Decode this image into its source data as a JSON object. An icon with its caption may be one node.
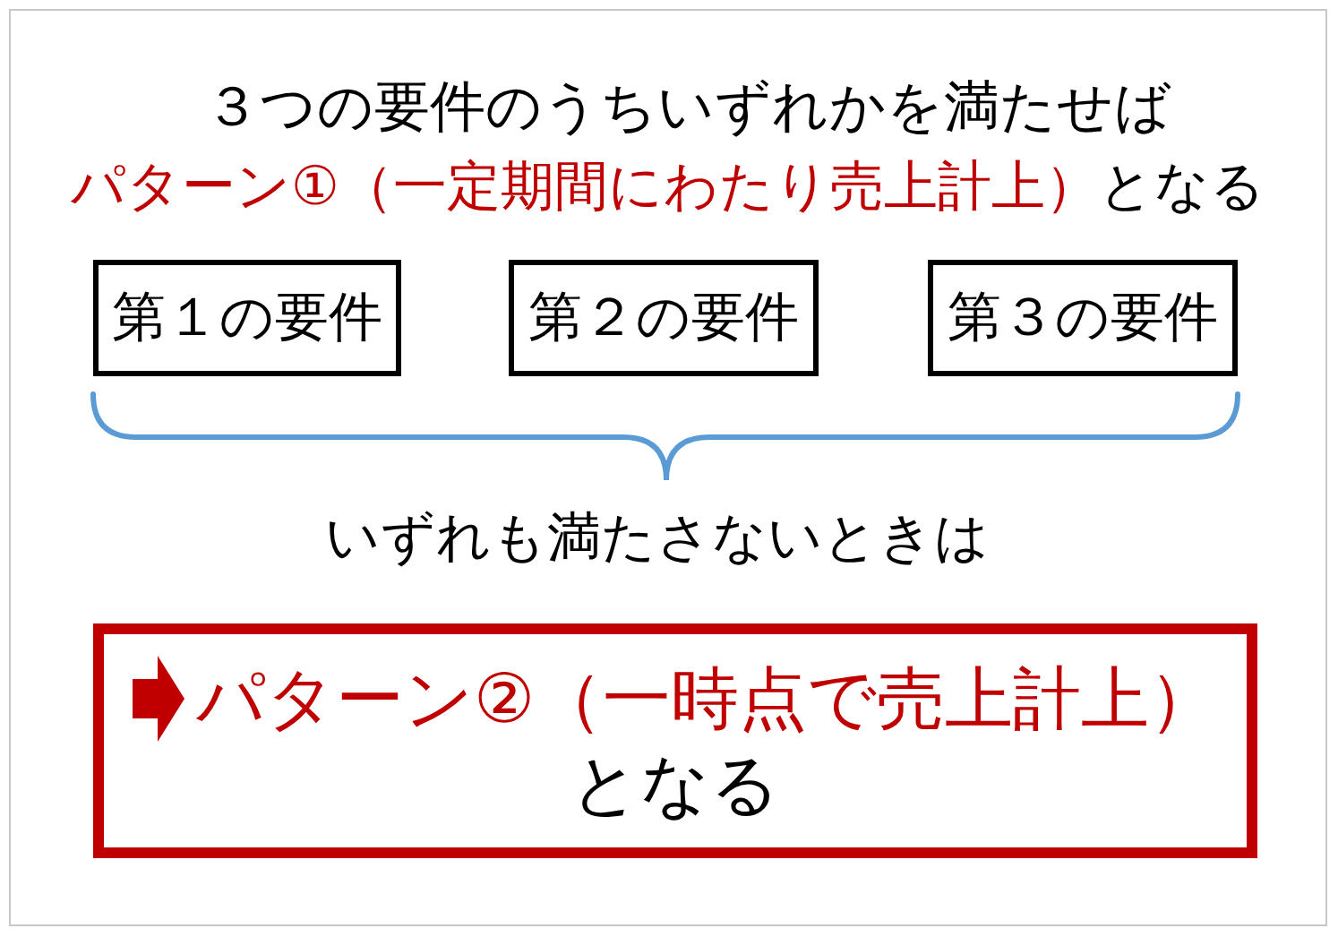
{
  "diagram": {
    "title": "３つの要件のうちいずれかを満たせば",
    "nodes": [
      {
        "text": [
          "第１の要件"
        ]
      },
      {
        "text": [
          "第２の要件"
        ]
      },
      {
        "text": [
          "第３の要件"
        ]
      },
      {
        "text": [
          "パターン②（一時点で売上計上）",
          "となる"
        ]
      }
    ],
    "labels": [
      "パターン①（一定期間にわたり売上計上）",
      "となる",
      "いずれも満たさないときは"
    ]
  }
}
